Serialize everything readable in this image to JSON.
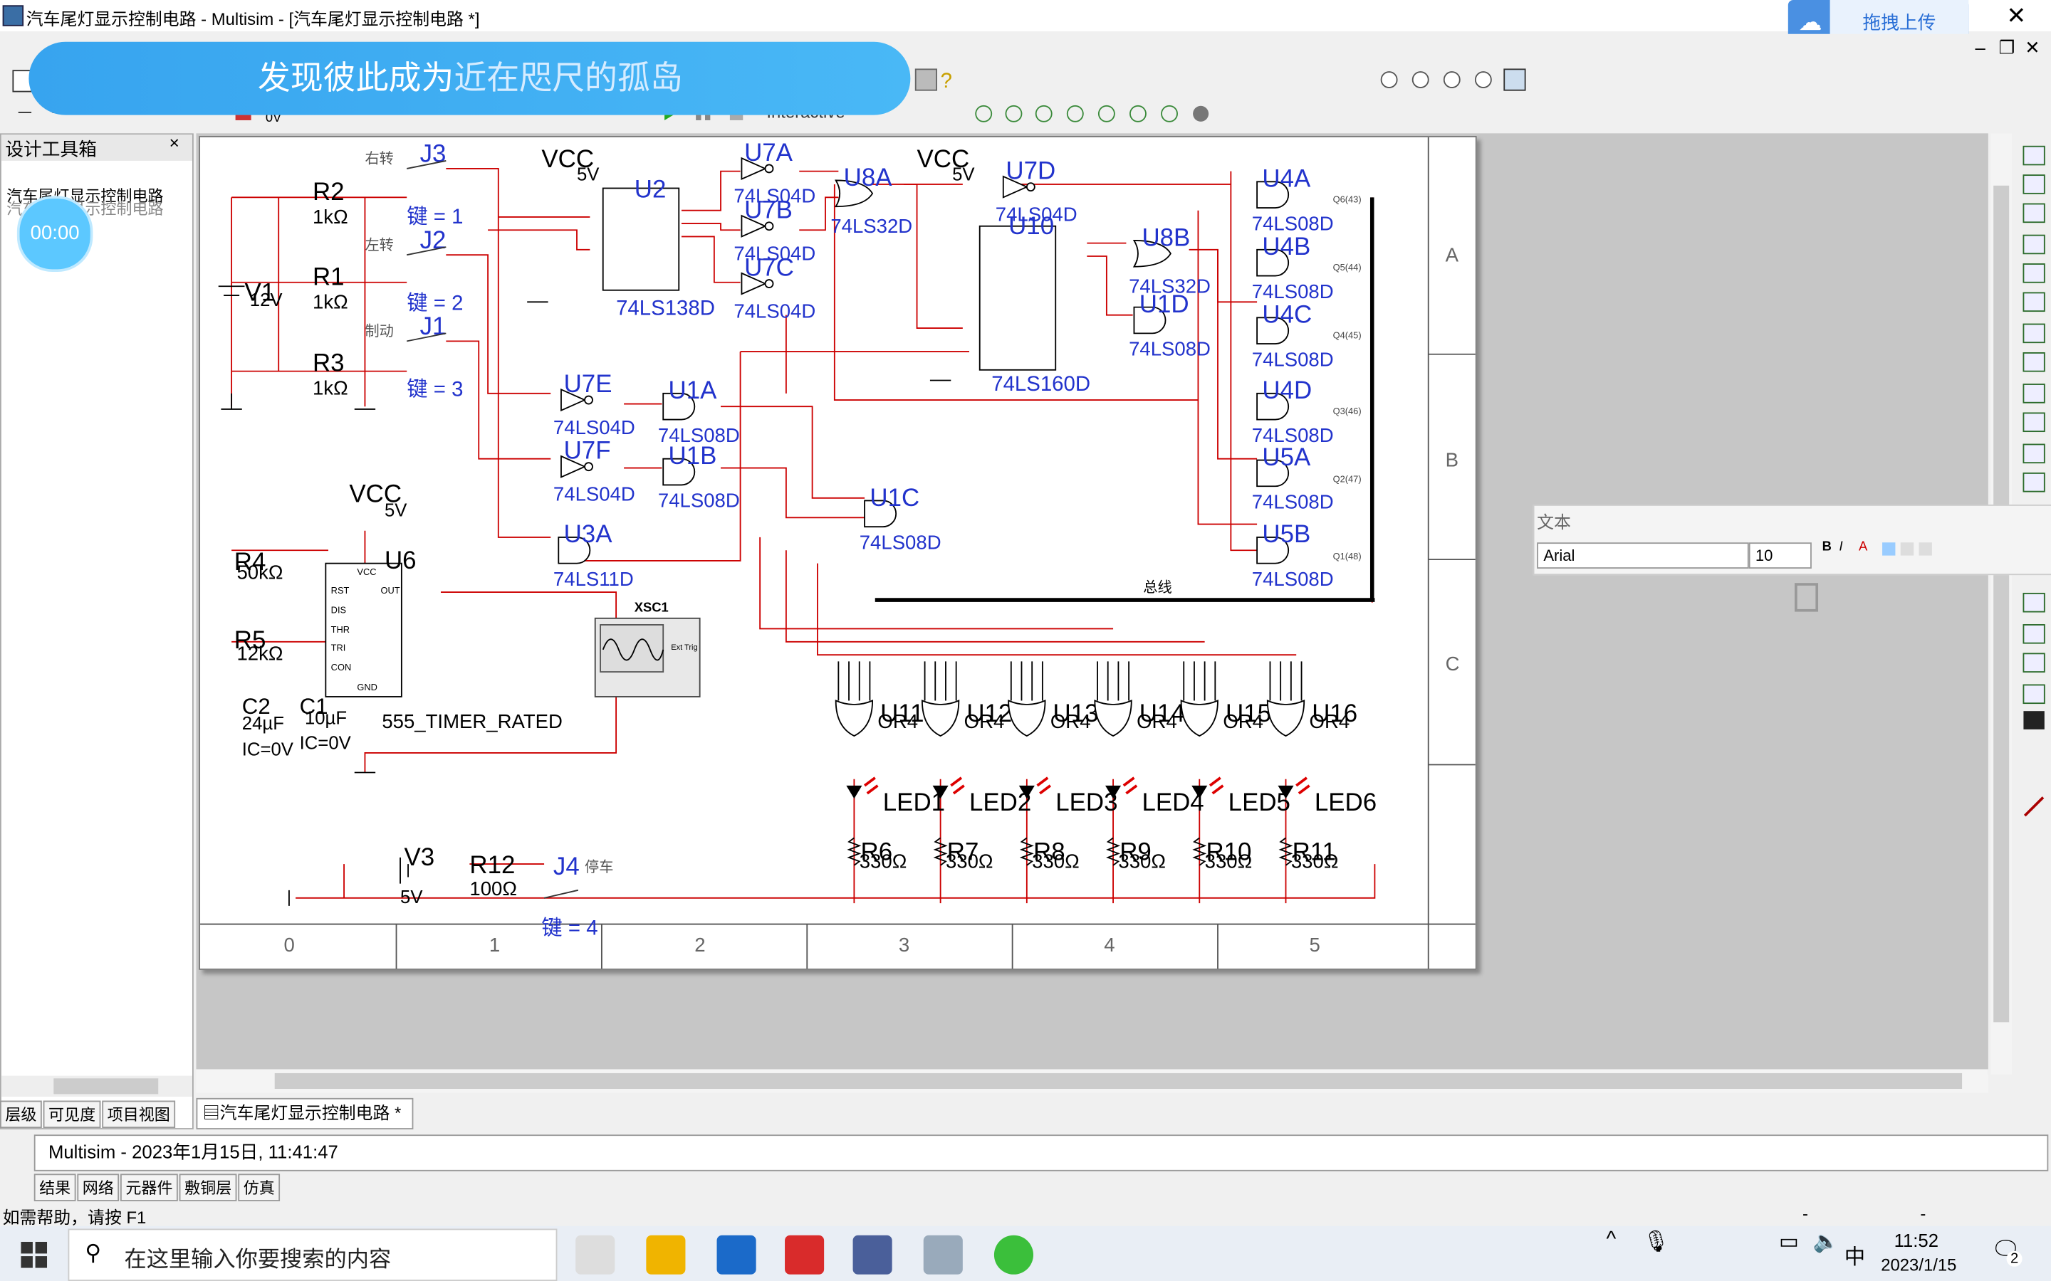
{
  "window": {
    "title": "汽车尾灯显示控制电路 - Multisim - [汽车尾灯显示控制电路 *]",
    "close": "✕"
  },
  "upload": {
    "label": "拖拽上传"
  },
  "banner": {
    "part1": "发现彼此成为",
    "part2": "近在咫尺的孤岛"
  },
  "timer": "00:00",
  "toolbar": {
    "mode": "Interactive"
  },
  "design_toolbox": {
    "title": "设计工具箱",
    "tree_item_front": "汽车尾灯显示控制电路",
    "tree_item_back": "汽车尾灯显示控制电路"
  },
  "left_tabs": [
    "层级",
    "可见度",
    "项目视图"
  ],
  "doc_tab": "汽车尾灯显示控制电路 *",
  "text_panel": {
    "title": "文本",
    "font": "Arial",
    "size": "10"
  },
  "output": {
    "message": "Multisim  -  2023年1月15日, 11:41:47",
    "tabs": [
      "结果",
      "网络",
      "元器件",
      "敷铜层",
      "仿真"
    ]
  },
  "status": {
    "help": "如需帮助，请按 F1",
    "dash1": "-",
    "dash2": "-"
  },
  "taskbar": {
    "search_placeholder": "在这里输入你要搜索的内容",
    "ime": "中",
    "time": "11:52",
    "date": "2023/1/15",
    "badge": "2"
  },
  "schematic": {
    "border_cols": [
      "0",
      "1",
      "2",
      "3",
      "4",
      "5"
    ],
    "border_rows": [
      "A",
      "B",
      "C"
    ],
    "switches": [
      {
        "name": "J3",
        "side": "右转",
        "key": "键 = 1"
      },
      {
        "name": "J2",
        "side": "左转",
        "key": "键 = 2"
      },
      {
        "name": "J1",
        "side": "制动",
        "key": "键 = 3"
      },
      {
        "name": "J4",
        "side": "停车",
        "key": "键 = 4"
      }
    ],
    "resistors": [
      {
        "name": "R2",
        "value": "1kΩ"
      },
      {
        "name": "R1",
        "value": "1kΩ"
      },
      {
        "name": "R3",
        "value": "1kΩ"
      },
      {
        "name": "R4",
        "value": "50kΩ"
      },
      {
        "name": "R5",
        "value": "12kΩ"
      },
      {
        "name": "R12",
        "value": "100Ω"
      },
      {
        "name": "R6",
        "value": "330Ω"
      },
      {
        "name": "R7",
        "value": "330Ω"
      },
      {
        "name": "R8",
        "value": "330Ω"
      },
      {
        "name": "R9",
        "value": "330Ω"
      },
      {
        "name": "R10",
        "value": "330Ω"
      },
      {
        "name": "R11",
        "value": "330Ω"
      }
    ],
    "sources": [
      {
        "name": "V1",
        "value": "12V"
      },
      {
        "name": "V3",
        "value": "5V"
      }
    ],
    "vcc": {
      "name": "VCC",
      "value": "5V"
    },
    "caps": [
      {
        "name": "C2",
        "value": "24µF",
        "ic": "IC=0V"
      },
      {
        "name": "C1",
        "value": "10µF",
        "ic": "IC=0V"
      }
    ],
    "u6": {
      "name": "U6",
      "part": "555_TIMER_RATED",
      "pins": [
        "VCC",
        "RST",
        "OUT",
        "DIS",
        "THR",
        "TRI",
        "CON",
        "GND"
      ]
    },
    "xsc1": {
      "name": "XSC1",
      "ext": "Ext Trig"
    },
    "u2": {
      "name": "U2",
      "part": "74LS138D"
    },
    "u10": {
      "name": "U10",
      "part": "74LS160D"
    },
    "inverters": [
      {
        "name": "U7A",
        "part": "74LS04D"
      },
      {
        "name": "U7B",
        "part": "74LS04D"
      },
      {
        "name": "U7C",
        "part": "74LS04D"
      },
      {
        "name": "U7D",
        "part": "74LS04D"
      },
      {
        "name": "U7E",
        "part": "74LS04D"
      },
      {
        "name": "U7F",
        "part": "74LS04D"
      }
    ],
    "or_gates": [
      {
        "name": "U8A",
        "part": "74LS32D"
      },
      {
        "name": "U8B",
        "part": "74LS32D"
      }
    ],
    "and_gates": [
      {
        "name": "U1A",
        "part": "74LS08D"
      },
      {
        "name": "U1B",
        "part": "74LS08D"
      },
      {
        "name": "U1C",
        "part": "74LS08D"
      },
      {
        "name": "U1D",
        "part": "74LS08D"
      },
      {
        "name": "U3A",
        "part": "74LS11D"
      },
      {
        "name": "U4A",
        "part": "74LS08D"
      },
      {
        "name": "U4B",
        "part": "74LS08D"
      },
      {
        "name": "U4C",
        "part": "74LS08D"
      },
      {
        "name": "U4D",
        "part": "74LS08D"
      },
      {
        "name": "U5A",
        "part": "74LS08D"
      },
      {
        "name": "U5B",
        "part": "74LS08D"
      }
    ],
    "bus": {
      "label": "总线",
      "taps": [
        "Q6(43)",
        "Q5(44)",
        "Q4(45)",
        "Q3(46)",
        "Q2(47)",
        "Q1(48)"
      ]
    },
    "or4": [
      {
        "name": "U11",
        "part": "OR4"
      },
      {
        "name": "U12",
        "part": "OR4"
      },
      {
        "name": "U13",
        "part": "OR4"
      },
      {
        "name": "U14",
        "part": "OR4"
      },
      {
        "name": "U15",
        "part": "OR4"
      },
      {
        "name": "U16",
        "part": "OR4"
      }
    ],
    "leds": [
      "LED1",
      "LED2",
      "LED3",
      "LED4",
      "LED5",
      "LED6"
    ]
  }
}
